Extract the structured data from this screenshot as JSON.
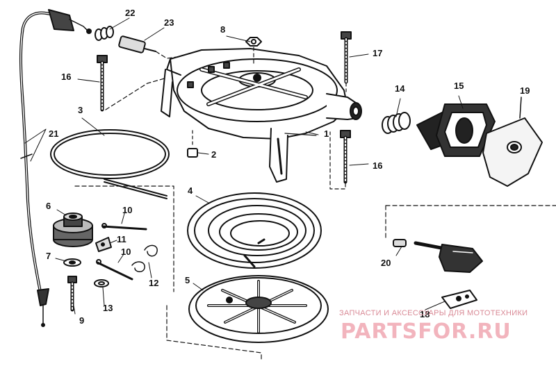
{
  "diagram": {
    "callouts": [
      "1",
      "2",
      "3",
      "4",
      "5",
      "6",
      "7",
      "8",
      "9",
      "10",
      "10",
      "11",
      "12",
      "13",
      "14",
      "15",
      "16",
      "16",
      "17",
      "18",
      "19",
      "20",
      "21",
      "22",
      "23"
    ]
  },
  "watermark": {
    "caption": "ЗАПЧАСТИ И АКСЕССУАРЫ ДЛЯ МОТОТЕХНИКИ",
    "logo": "PARTSFOR.RU",
    "color": "#e8a0aa"
  }
}
